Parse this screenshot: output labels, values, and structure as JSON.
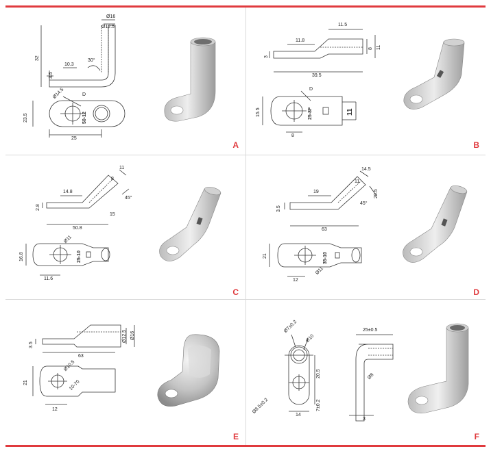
{
  "colors": {
    "accent": "#e03a3e",
    "line": "#333333",
    "metal_light": "#e4e4e4",
    "metal_dark": "#a8a8a8"
  },
  "panels": {
    "A": {
      "label": "A",
      "dims": [
        "Ø16",
        "Ø12.5",
        "32",
        "10.3",
        "30°",
        "3.5",
        "Ø14.5",
        "D",
        "23.5",
        "25"
      ],
      "stamp": "50-12"
    },
    "B": {
      "label": "B",
      "dims": [
        "11.5",
        "11.8",
        "3",
        "8",
        "11",
        "39.5",
        "D",
        "15.5",
        "8"
      ],
      "stamp": "25-8F",
      "stamp2": "11"
    },
    "C": {
      "label": "C",
      "dims": [
        "11",
        "8",
        "14.8",
        "45°",
        "2.8",
        "50.8",
        "15",
        "Ø11",
        "16.8",
        "11.6"
      ],
      "stamp": "25-10"
    },
    "D": {
      "label": "D",
      "dims": [
        "14.5",
        "11",
        "19",
        "20.5",
        "45°",
        "3.5",
        "63",
        "21",
        "Ø11",
        "12"
      ],
      "stamp": "35-10"
    },
    "E": {
      "label": "E",
      "dims": [
        "Ø12.5",
        "Ø16",
        "3.5",
        "63",
        "21",
        "Ø10.5",
        "10-70",
        "12"
      ],
      "stamp": ""
    },
    "F": {
      "label": "F",
      "dims": [
        "Ø7±0.2",
        "Ø10",
        "20.5",
        "Ø8.5±0.2",
        "7±0.2",
        "14",
        "25±0.5",
        "Ø8",
        "3"
      ],
      "stamp": ""
    }
  }
}
